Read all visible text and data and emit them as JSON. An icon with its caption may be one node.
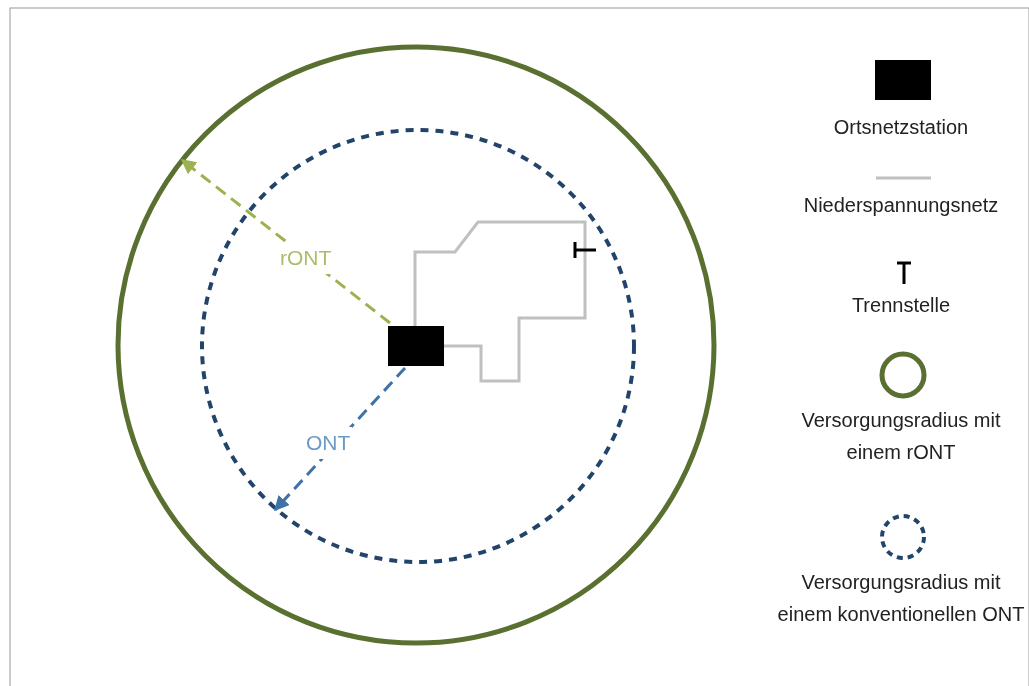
{
  "diagram": {
    "labels": [
      "rONT",
      "ONT"
    ],
    "legend": [
      {
        "text": "Ortsnetzstation",
        "color": "#000000"
      },
      {
        "text": "Niederspannungsnetz"
      },
      {
        "text": "Trennstelle"
      },
      {
        "text": "Versorgungsradius mit einem rONT"
      },
      {
        "text": "Versorgungsradius mit einem konventionellen ONT"
      }
    ]
  }
}
